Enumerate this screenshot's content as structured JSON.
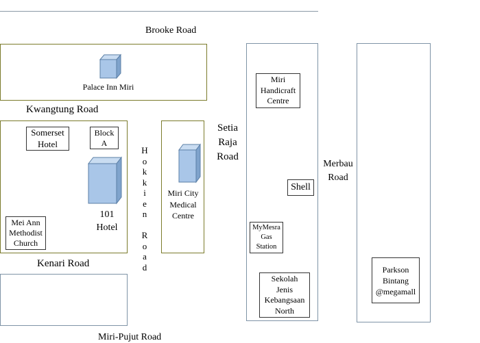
{
  "map": {
    "roads": {
      "brooke": "Brooke Road",
      "kwangtung": "Kwangtung Road",
      "setia_raja": [
        "Setia",
        "Raja",
        "Road"
      ],
      "hokkien": [
        "H",
        "o",
        "k",
        "k",
        "i",
        "e",
        "n",
        "",
        "R",
        "o",
        "a",
        "d"
      ],
      "merbau": [
        "Merbau",
        "Road"
      ],
      "kenari": "Kenari Road",
      "miri_pujut": "Miri-Pujut Road"
    },
    "places": {
      "palace_inn": "Palace Inn Miri",
      "somerset": [
        "Somerset",
        "Hotel"
      ],
      "block_a": [
        "Block",
        "A"
      ],
      "hotel_101": [
        "101",
        "Hotel"
      ],
      "mei_ann": [
        "Mei Ann",
        "Methodist",
        "Church"
      ],
      "miri_city_medical": [
        "Miri City",
        "Medical",
        "Centre"
      ],
      "miri_handicraft": [
        "Miri",
        "Handicraft",
        "Centre"
      ],
      "shell": "Shell",
      "mymesra": [
        "MyMesra",
        "Gas",
        "Station"
      ],
      "sekolah": [
        "Sekolah",
        "Jenis",
        "Kebangsaan",
        "North"
      ],
      "parkson": [
        "Parkson",
        "Bintang",
        "@megamall"
      ]
    },
    "icons": [
      "building-icon"
    ],
    "colors": {
      "building_fill": "#a9c6e8",
      "building_stroke": "#5b7fa6",
      "block_border_olive": "#7a7a2a",
      "block_border_blue": "#7e93a6",
      "top_line": "#8a98a6"
    }
  }
}
